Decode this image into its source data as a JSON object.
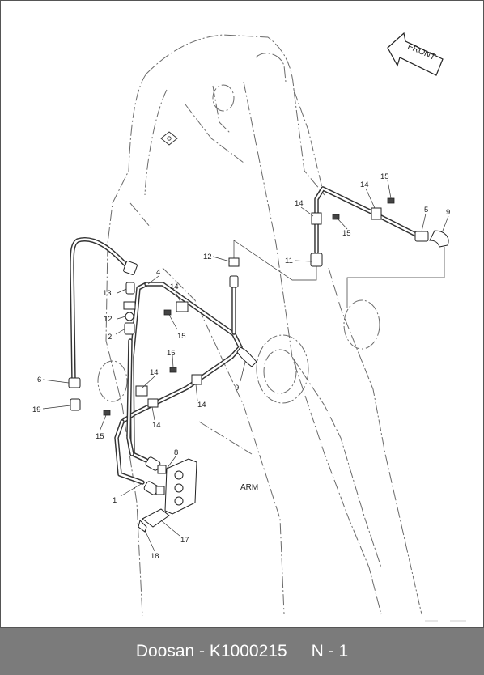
{
  "diagram": {
    "direction_label": "FRONT",
    "area_label": "ARM",
    "callouts": {
      "c1": "1",
      "c2": "2",
      "c4": "4",
      "c5": "5",
      "c6": "6",
      "c8": "8",
      "c9a": "9",
      "c9b": "9",
      "c11": "11",
      "c12a": "12",
      "c12b": "12",
      "c13": "13",
      "c14a": "14",
      "c14b": "14",
      "c14c": "14",
      "c14d": "14",
      "c14e": "14",
      "c14f": "14",
      "c15a": "15",
      "c15b": "15",
      "c15c": "15",
      "c15d": "15",
      "c15e": "15",
      "c17": "17",
      "c18": "18",
      "c19": "19"
    }
  },
  "footer": {
    "brand_part": "Doosan - K1000215",
    "page": "N - 1"
  },
  "colors": {
    "footer_background": "#7b7b7b",
    "line": "#333333"
  }
}
